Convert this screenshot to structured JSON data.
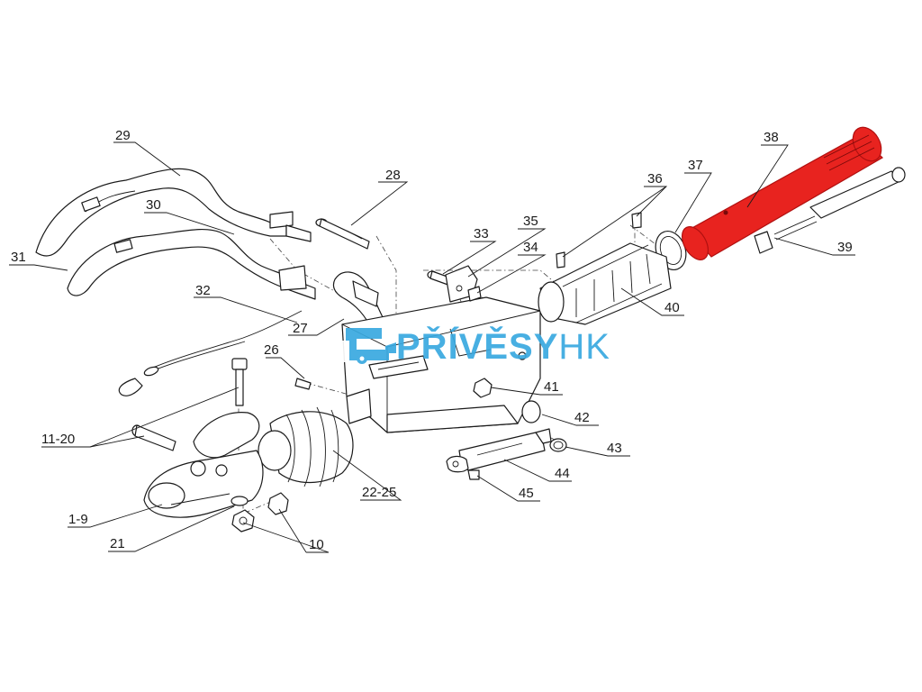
{
  "watermark": {
    "brand_strong": "PŘÍVĚSY",
    "brand_light": "HK",
    "color": "#39a9e0"
  },
  "highlight_color": "#e8231f",
  "labels": {
    "p29": "29",
    "p30": "30",
    "p31": "31",
    "p32": "32",
    "p28": "28",
    "p27": "27",
    "p26": "26",
    "p33": "33",
    "p35": "35",
    "p34": "34",
    "p36": "36",
    "p37": "37",
    "p38": "38",
    "p39": "39",
    "p40": "40",
    "p41": "41",
    "p42": "42",
    "p43": "43",
    "p44": "44",
    "p45": "45",
    "p11_20": "11-20",
    "p22_25": "22-25",
    "p1_9": "1-9",
    "p21": "21",
    "p10": "10"
  }
}
